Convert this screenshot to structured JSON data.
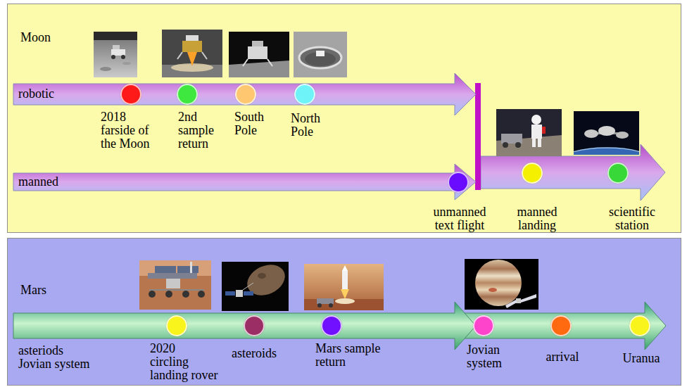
{
  "diagram": {
    "nodes": [
      {
        "text": [
          "Moon"
        ]
      },
      {
        "text": [
          "robotic"
        ],
        "in": 0
      },
      {
        "text": [
          "2018",
          "farside of the Moon"
        ],
        "in": 1
      },
      {
        "text": [
          "2nd sample return"
        ],
        "in": 1
      },
      {
        "text": [
          "South Pole"
        ],
        "in": 1
      },
      {
        "text": [
          "North Pole"
        ],
        "in": 1
      },
      {
        "text": [
          "manned"
        ],
        "in": 0
      },
      {
        "text": [
          "unmanned text flight"
        ],
        "in": 6
      },
      {
        "text": [
          "manned landing"
        ],
        "in": 0
      },
      {
        "text": [
          "scientific station"
        ],
        "in": 0
      },
      {
        "text": [
          "Mars"
        ]
      },
      {
        "text": [
          "asteriods Jovian system"
        ],
        "in": 10
      },
      {
        "text": [
          "2020",
          "circling landing rover"
        ],
        "in": 11
      },
      {
        "text": [
          "asteroids"
        ],
        "in": 11
      },
      {
        "text": [
          "Mars sample return"
        ],
        "in": 11
      },
      {
        "text": [
          "Jovian system"
        ],
        "in": 11
      },
      {
        "text": [
          "arrival"
        ],
        "in": 11
      },
      {
        "text": [
          "Uranua"
        ],
        "in": 11
      }
    ]
  }
}
